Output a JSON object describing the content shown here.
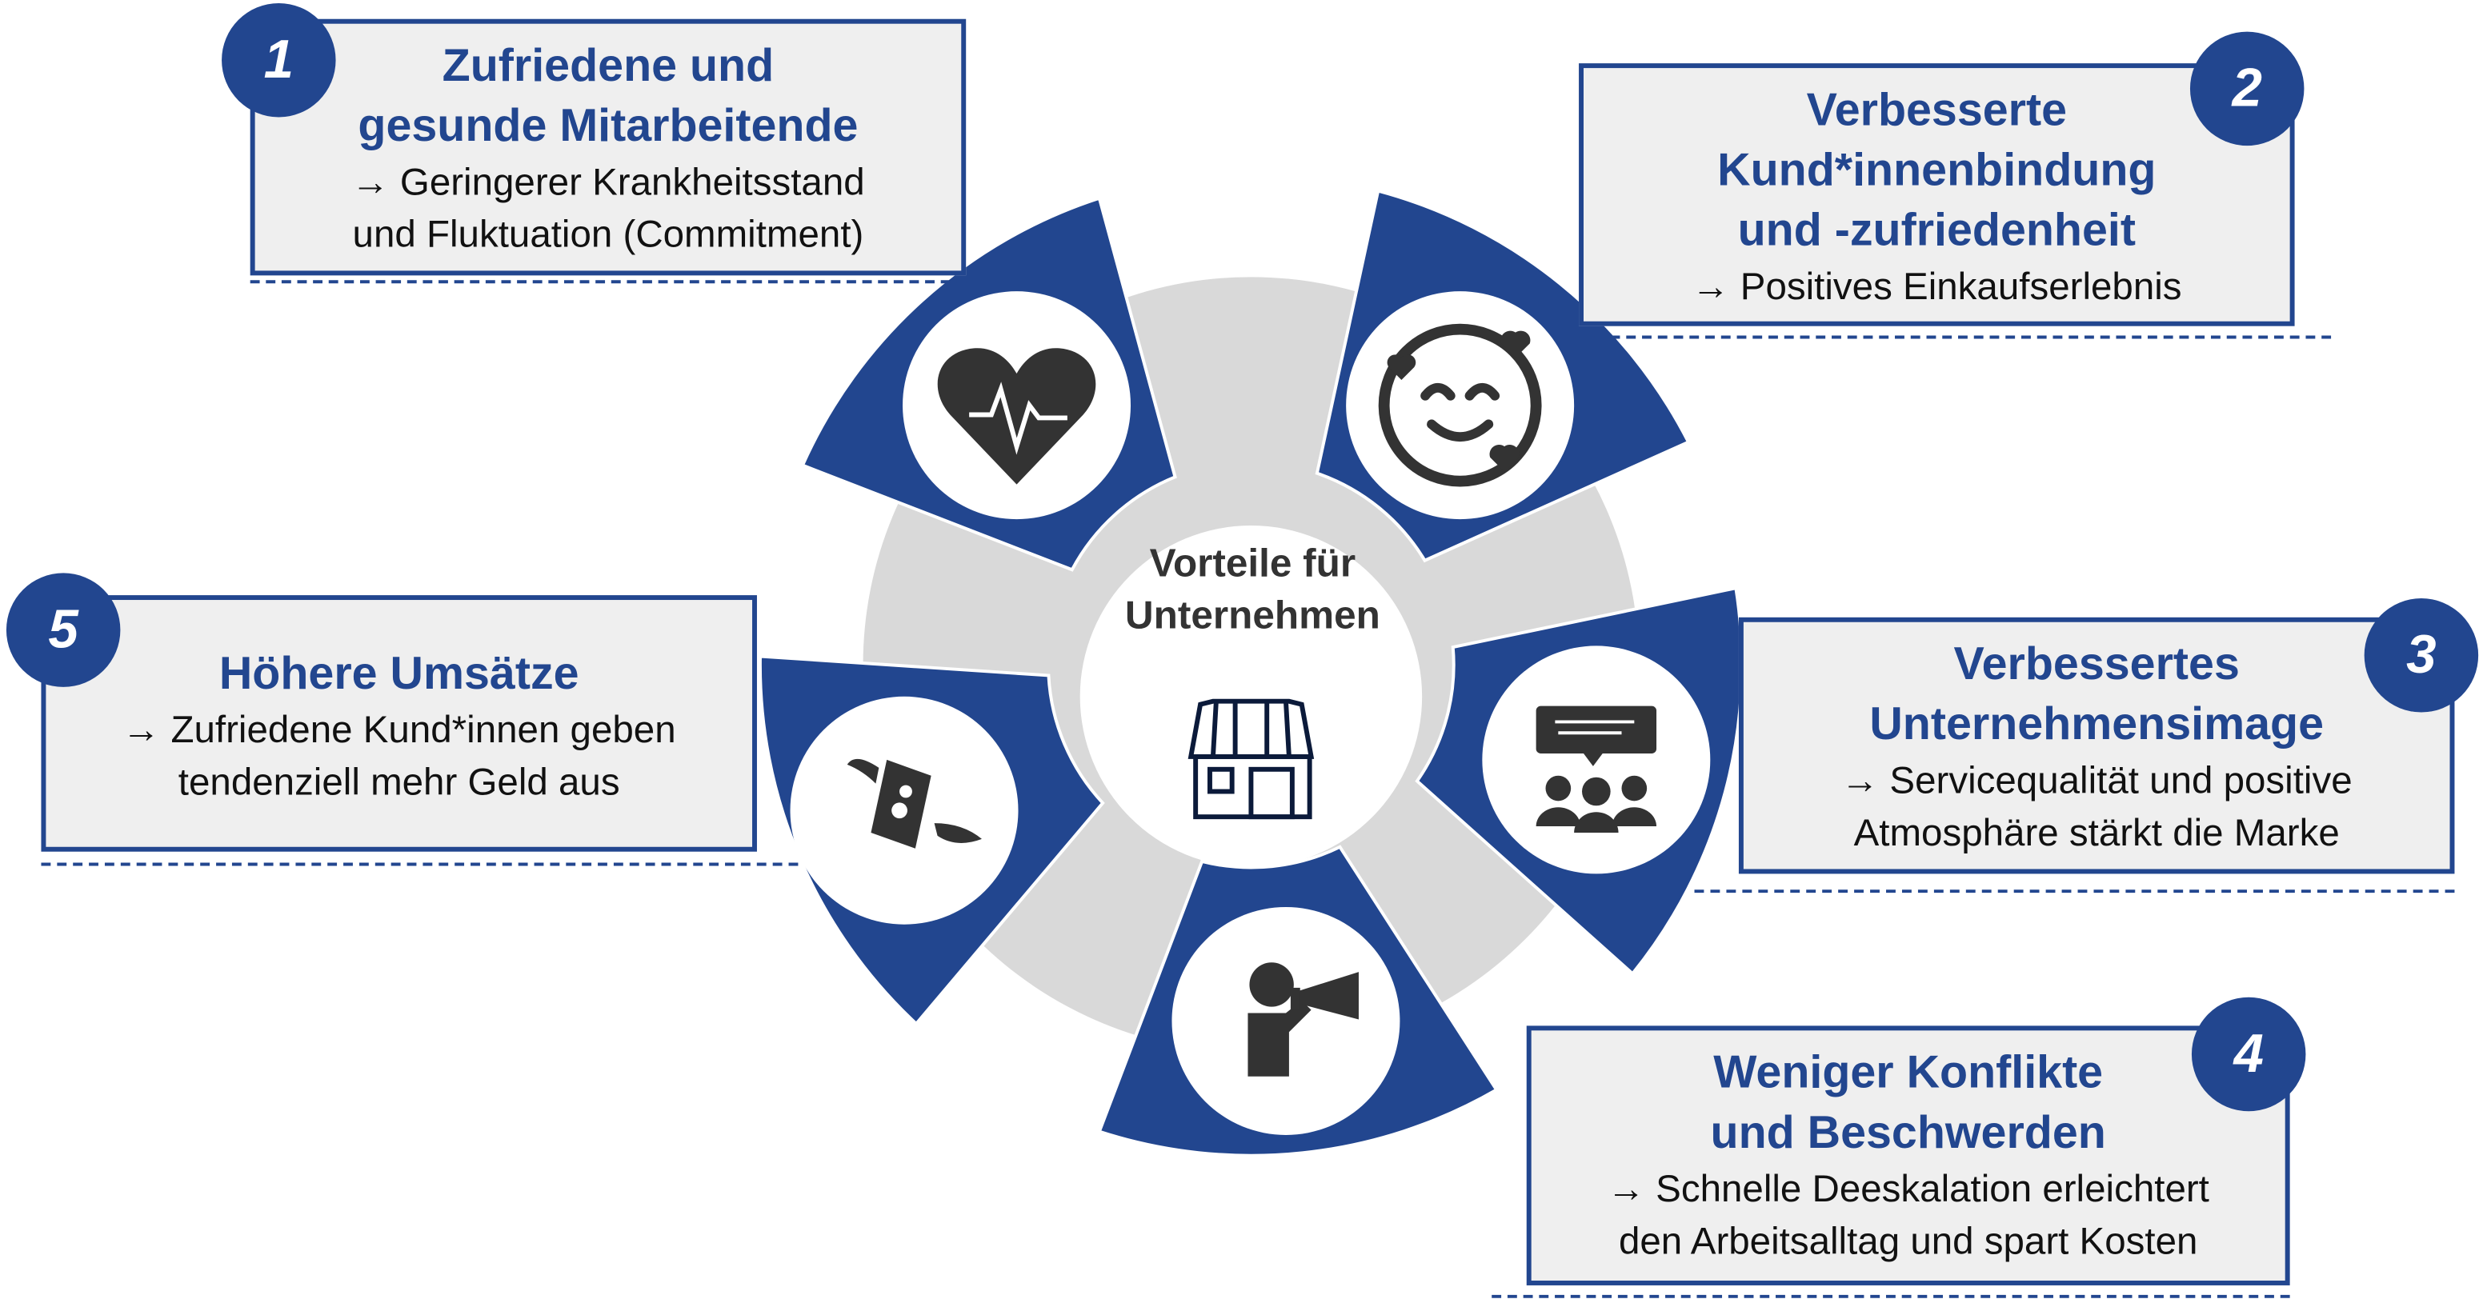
{
  "center": {
    "title_line1": "Vorteile für",
    "title_line2": "Unternehmen",
    "icon": "storefront-icon"
  },
  "colors": {
    "accent": "#22468f",
    "box_bg": "#efefef",
    "ring": "#d9d9d9",
    "icon": "#333333"
  },
  "benefits": [
    {
      "number": "1",
      "title_lines": [
        "Zufriedene und",
        "gesunde Mitarbeitende"
      ],
      "text_lines": [
        "→ Geringerer Krankheitsstand",
        "und Fluktuation (Commitment)"
      ],
      "icon": "heartbeat-icon"
    },
    {
      "number": "2",
      "title_lines": [
        "Verbesserte",
        "Kund*innenbindung",
        "und -zufriedenheit"
      ],
      "text_lines": [
        "→ Positives Einkaufserlebnis"
      ],
      "icon": "smiley-hearts-icon"
    },
    {
      "number": "3",
      "title_lines": [
        "Verbessertes",
        "Unternehmensimage"
      ],
      "text_lines": [
        "→ Servicequalität und positive",
        "Atmosphäre stärkt die Marke"
      ],
      "icon": "audience-speech-icon"
    },
    {
      "number": "4",
      "title_lines": [
        "Weniger Konflikte",
        "und Beschwerden"
      ],
      "text_lines": [
        "→ Schnelle Deeskalation erleichtert",
        "den Arbeitsalltag und spart Kosten"
      ],
      "icon": "megaphone-person-icon"
    },
    {
      "number": "5",
      "title_lines": [
        "Höhere Umsätze"
      ],
      "text_lines": [
        "→ Zufriedene Kund*innen geben",
        "tendenziell mehr Geld aus"
      ],
      "icon": "flying-money-icon"
    }
  ]
}
